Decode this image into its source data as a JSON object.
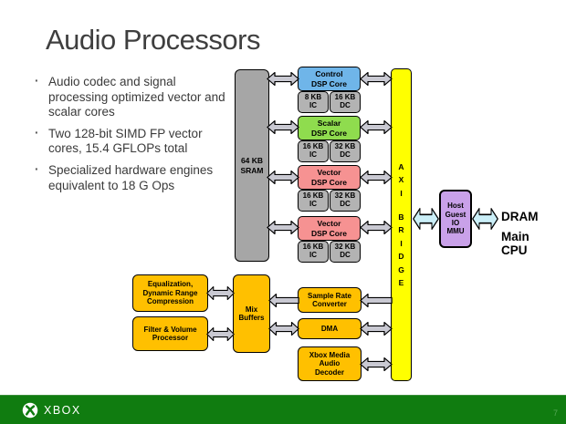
{
  "slide": {
    "title": "Audio Processors"
  },
  "bullets": [
    "Audio codec and signal processing optimized vector and scalar cores",
    "Two 128-bit SIMD FP vector cores, 15.4 GFLOPs total",
    "Specialized hardware engines equivalent to 18 G Ops"
  ],
  "diagram": {
    "sram": {
      "label": "64 KB\nSRAM",
      "color": "#a6a6a6"
    },
    "cores": [
      {
        "name": "Control\nDSP Core",
        "color": "#6fb5e9",
        "ic": "8 KB\nIC",
        "dc": "16 KB\nDC"
      },
      {
        "name": "Scalar\nDSP Core",
        "color": "#8fdc4e",
        "ic": "16 KB\nIC",
        "dc": "32 KB\nDC"
      },
      {
        "name": "Vector\nDSP Core",
        "color": "#f69292",
        "ic": "16 KB\nIC",
        "dc": "32 KB\nDC"
      },
      {
        "name": "Vector\nDSP Core",
        "color": "#f69292",
        "ic": "16 KB\nIC",
        "dc": "32 KB\nDC"
      }
    ],
    "axi": {
      "label": "AXI BRIDGE",
      "color": "#ffff00"
    },
    "mmu": {
      "label": "Host\nGuest\nIO\nMMU",
      "color": "#c9a1e9"
    },
    "dram_label": "DRAM",
    "cpu_label": "Main\nCPU",
    "engines": {
      "equalization": "Equalization,\nDynamic Range\nCompression",
      "filter": "Filter & Volume\nProcessor",
      "mix": "Mix\nBuffers",
      "src": "Sample Rate\nConverter",
      "dma": "DMA",
      "xma": "Xbox Media\nAudio\nDecoder",
      "color": "#ffc000"
    },
    "arrow_colors": {
      "gray": "#c9c9d2",
      "cyan": "#cbeff8"
    }
  },
  "footer": {
    "brand": "XBOX",
    "page": "7",
    "color": "#107c10"
  }
}
